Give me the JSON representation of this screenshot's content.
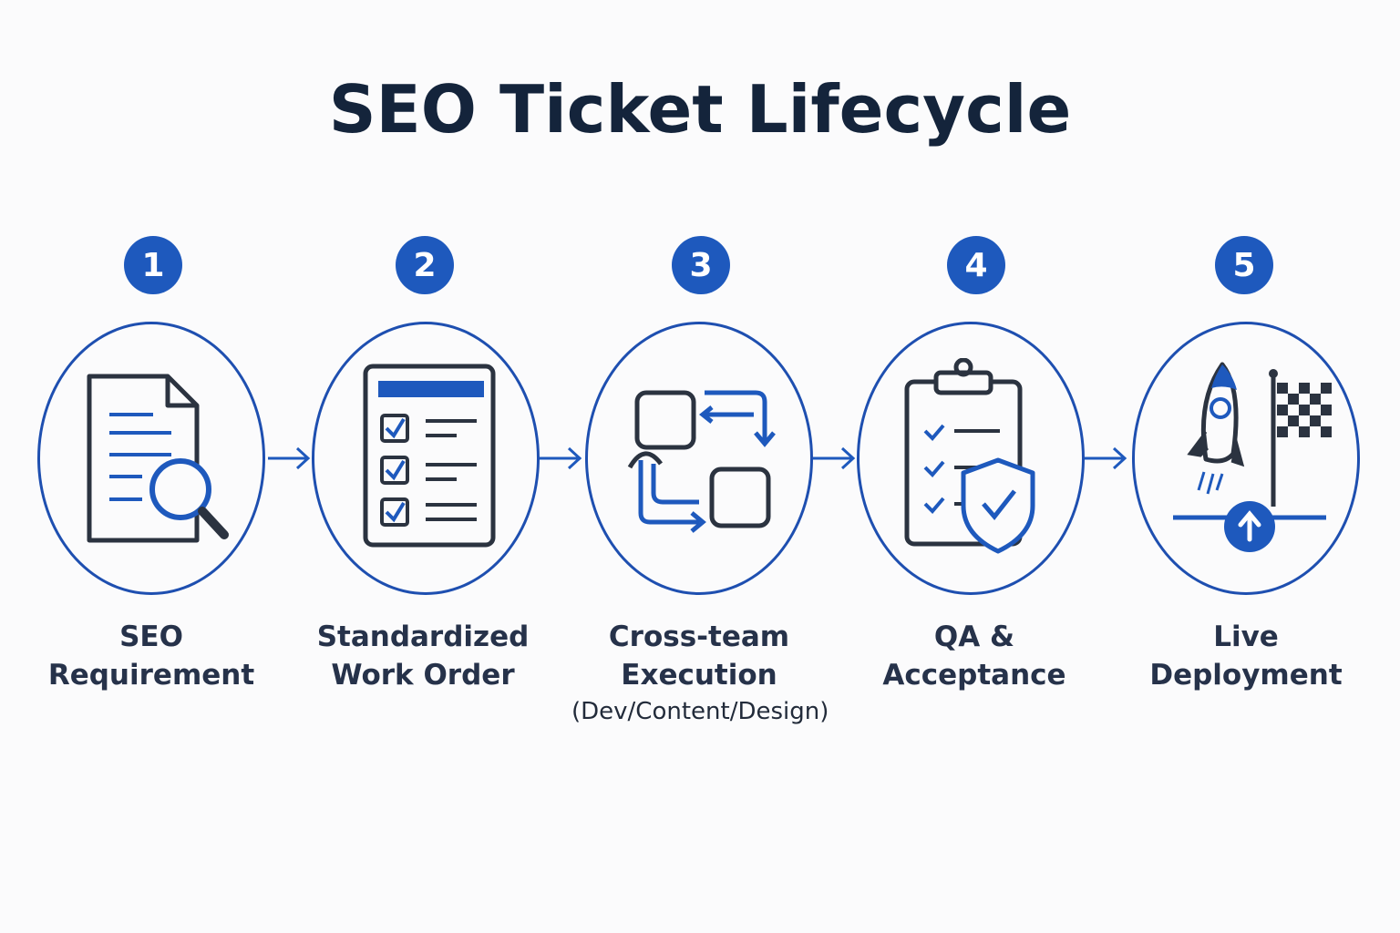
{
  "title": "SEO Ticket Lifecycle",
  "colors": {
    "accent": "#1e59bd",
    "ink": "#2b3340",
    "title": "#14243b"
  },
  "steps": [
    {
      "number": "1",
      "line1": "SEO",
      "line2": "Requirement",
      "icon": "document-search-icon"
    },
    {
      "number": "2",
      "line1": "Standardized",
      "line2": "Work Order",
      "icon": "checklist-form-icon"
    },
    {
      "number": "3",
      "line1": "Cross-team",
      "line2": "Execution",
      "sub": "(Dev/Content/Design)",
      "icon": "cross-team-flow-icon"
    },
    {
      "number": "4",
      "line1": "QA &",
      "line2": "Acceptance",
      "icon": "clipboard-shield-icon"
    },
    {
      "number": "5",
      "line1": "Live",
      "line2": "Deployment",
      "icon": "rocket-flag-icon"
    }
  ]
}
